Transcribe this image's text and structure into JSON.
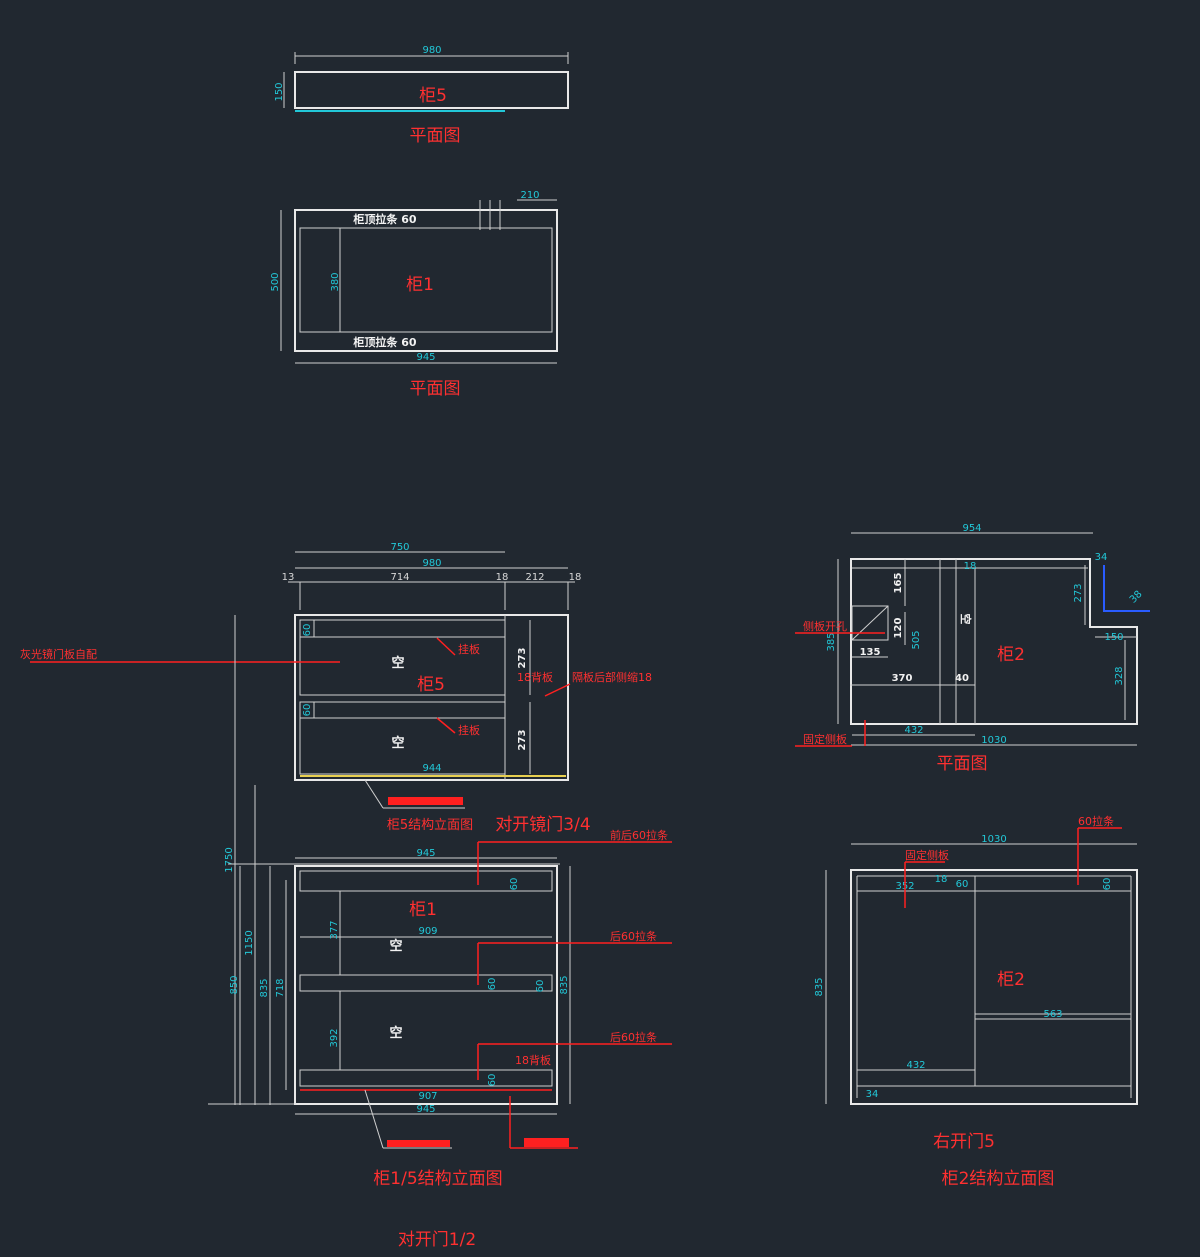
{
  "cab5_plan": {
    "label": "柜5",
    "caption": "平面图",
    "dim_width": "980",
    "dim_depth": "150"
  },
  "cab1_plan": {
    "label": "柜1",
    "caption": "平面图",
    "dim_width": "945",
    "dim_depth": "500",
    "dim_inner": "380",
    "dim_top_right": "210",
    "strip_top": "柜顶拉条 60",
    "strip_bottom": "柜顶拉条 60"
  },
  "cab15_elev": {
    "caption": "柜1/5结构立面图",
    "door_note_top": "对开镜门3/4",
    "door_note_bottom": "对开门1/2",
    "cab5_label": "柜5",
    "cab5_caption": "柜5结构立面图",
    "cab1_label": "柜1",
    "dim_750": "750",
    "dim_980": "980",
    "dim_13": "13",
    "dim_714": "714",
    "dim_18a": "18",
    "dim_212": "212",
    "dim_18b": "18",
    "dim_273a": "273",
    "dim_273b": "273",
    "dim_944": "944",
    "dim_60a": "60",
    "dim_60b": "60",
    "hollow_1": "空",
    "hollow_2": "空",
    "hollow_3": "空",
    "hollow_4": "空",
    "note_mirror": "灰光镜门板自配",
    "note_shelf_a": "挂板",
    "note_shelf_b": "挂板",
    "note_back": "18背板",
    "note_partition": "隔板后部侧缩18",
    "note_strip_top": "前后60拉条",
    "note_strip_mid": "后60拉条",
    "note_strip_bot": "后60拉条",
    "note_back_b": "18背板",
    "dim_945a": "945",
    "dim_909": "909",
    "dim_907": "907",
    "dim_945b": "945",
    "dim_1750": "1750",
    "dim_1150": "1150",
    "dim_850": "850",
    "dim_835a": "835",
    "dim_718": "718",
    "dim_377": "377",
    "dim_392": "392",
    "dim_60c": "60",
    "dim_60d": "60",
    "dim_60e": "60",
    "dim_835b": "835",
    "dim_60f": "60"
  },
  "cab2_plan": {
    "label": "柜2",
    "caption": "平面图",
    "dim_954": "954",
    "dim_1030": "1030",
    "dim_165": "165",
    "dim_120": "120",
    "dim_135": "135",
    "dim_370": "370",
    "dim_40": "40",
    "dim_432": "432",
    "dim_505": "505",
    "dim_385": "385",
    "dim_273": "273",
    "dim_150": "150",
    "dim_328": "328",
    "dim_18": "18",
    "dim_34": "34",
    "dim_38": "38",
    "note_a": "侧板开孔",
    "note_b": "固定侧板",
    "hollow": "空"
  },
  "cab2_elev": {
    "label": "柜2",
    "caption": "柜2结构立面图",
    "door_note": "右开门5",
    "dim_1030": "1030",
    "dim_835": "835",
    "dim_352": "352",
    "dim_18": "18",
    "dim_60a": "60",
    "dim_60b": "60",
    "dim_563": "563",
    "dim_432": "432",
    "dim_34": "34",
    "note_fixed": "固定侧板",
    "note_strip": "60拉条"
  },
  "colors": {
    "background": "#212830",
    "line": "#e8e8e8",
    "dimension": "#22c8d8",
    "annotation": "#ff2020"
  }
}
